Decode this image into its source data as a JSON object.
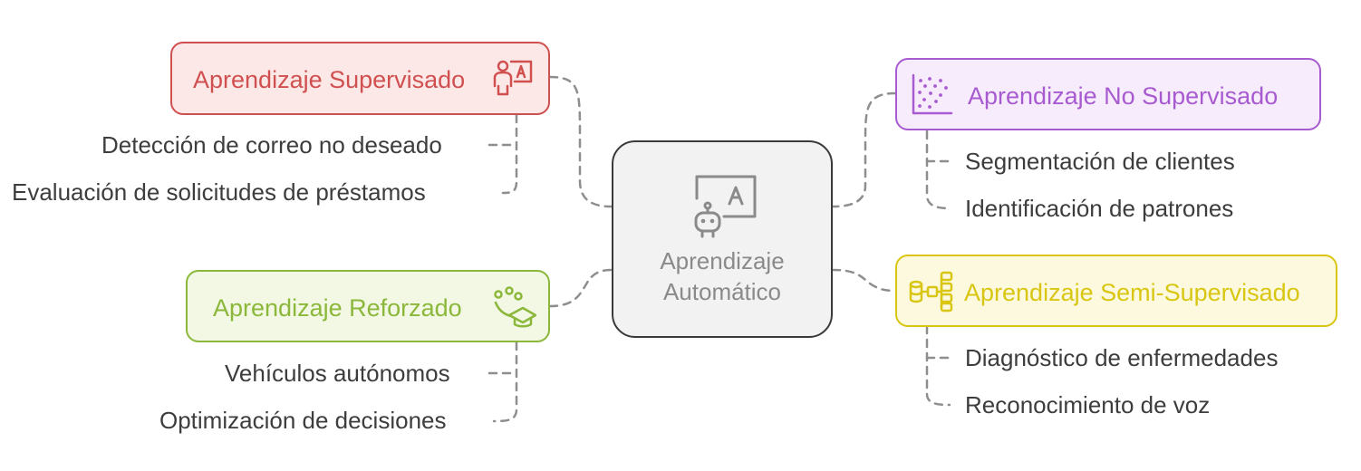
{
  "center": {
    "line1": "Aprendizaje",
    "line2": "Automático",
    "icon": "robot-whiteboard-icon"
  },
  "branches": {
    "supervised": {
      "title": "Aprendizaje Supervisado",
      "color": "#d05050",
      "fill": "#fde8e8",
      "icon": "teacher-icon",
      "leaves": [
        "Detección de correo no deseado",
        "Evaluación de solicitudes de préstamos"
      ]
    },
    "unsupervised": {
      "title": "Aprendizaje No Supervisado",
      "color": "#a85bd0",
      "fill": "#f7ecfc",
      "icon": "scatter-plot-icon",
      "leaves": [
        "Segmentación de clientes",
        "Identificación de patrones"
      ]
    },
    "reinforcement": {
      "title": "Aprendizaje Reforzado",
      "color": "#8bb83a",
      "fill": "#f2f8e3",
      "icon": "graduation-cap-icon",
      "leaves": [
        "Vehículos autónomos",
        "Optimización de decisiones"
      ]
    },
    "semi": {
      "title": "Aprendizaje Semi-Supervisado",
      "color": "#d8c612",
      "fill": "#fcf9df",
      "icon": "database-stack-icon",
      "leaves": [
        "Diagnóstico de enfermedades",
        "Reconocimiento de voz"
      ]
    }
  },
  "connector_color": "#8e8e8e"
}
